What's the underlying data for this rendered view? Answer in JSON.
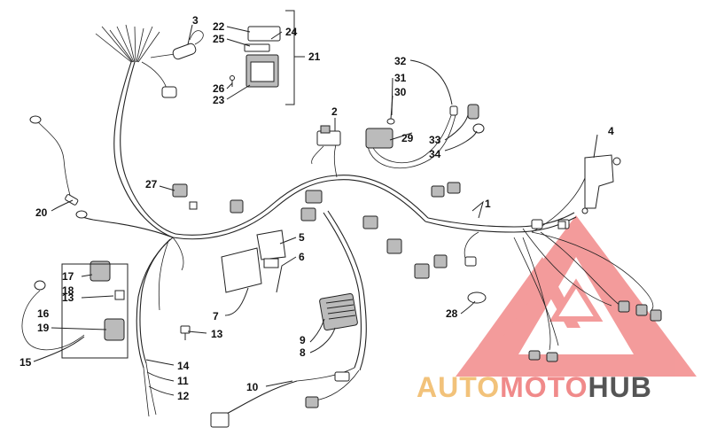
{
  "callouts": [
    "1",
    "2",
    "3",
    "5",
    "6",
    "7",
    "8",
    "9",
    "10",
    "11",
    "12",
    "13",
    "13",
    "14",
    "15",
    "16",
    "17",
    "18",
    "19",
    "20",
    "21",
    "22",
    "23",
    "24",
    "25",
    "26",
    "27",
    "28",
    "29",
    "30",
    "31",
    "32",
    "33",
    "34",
    "4"
  ],
  "watermark": {
    "part1": "AUTO",
    "part2": "MOTO",
    "part3": "HUB",
    "color_auto": "#f2c27a",
    "color_moto": "#f08a8a",
    "color_hub": "#555555",
    "logo_color": "#f07a7a"
  }
}
